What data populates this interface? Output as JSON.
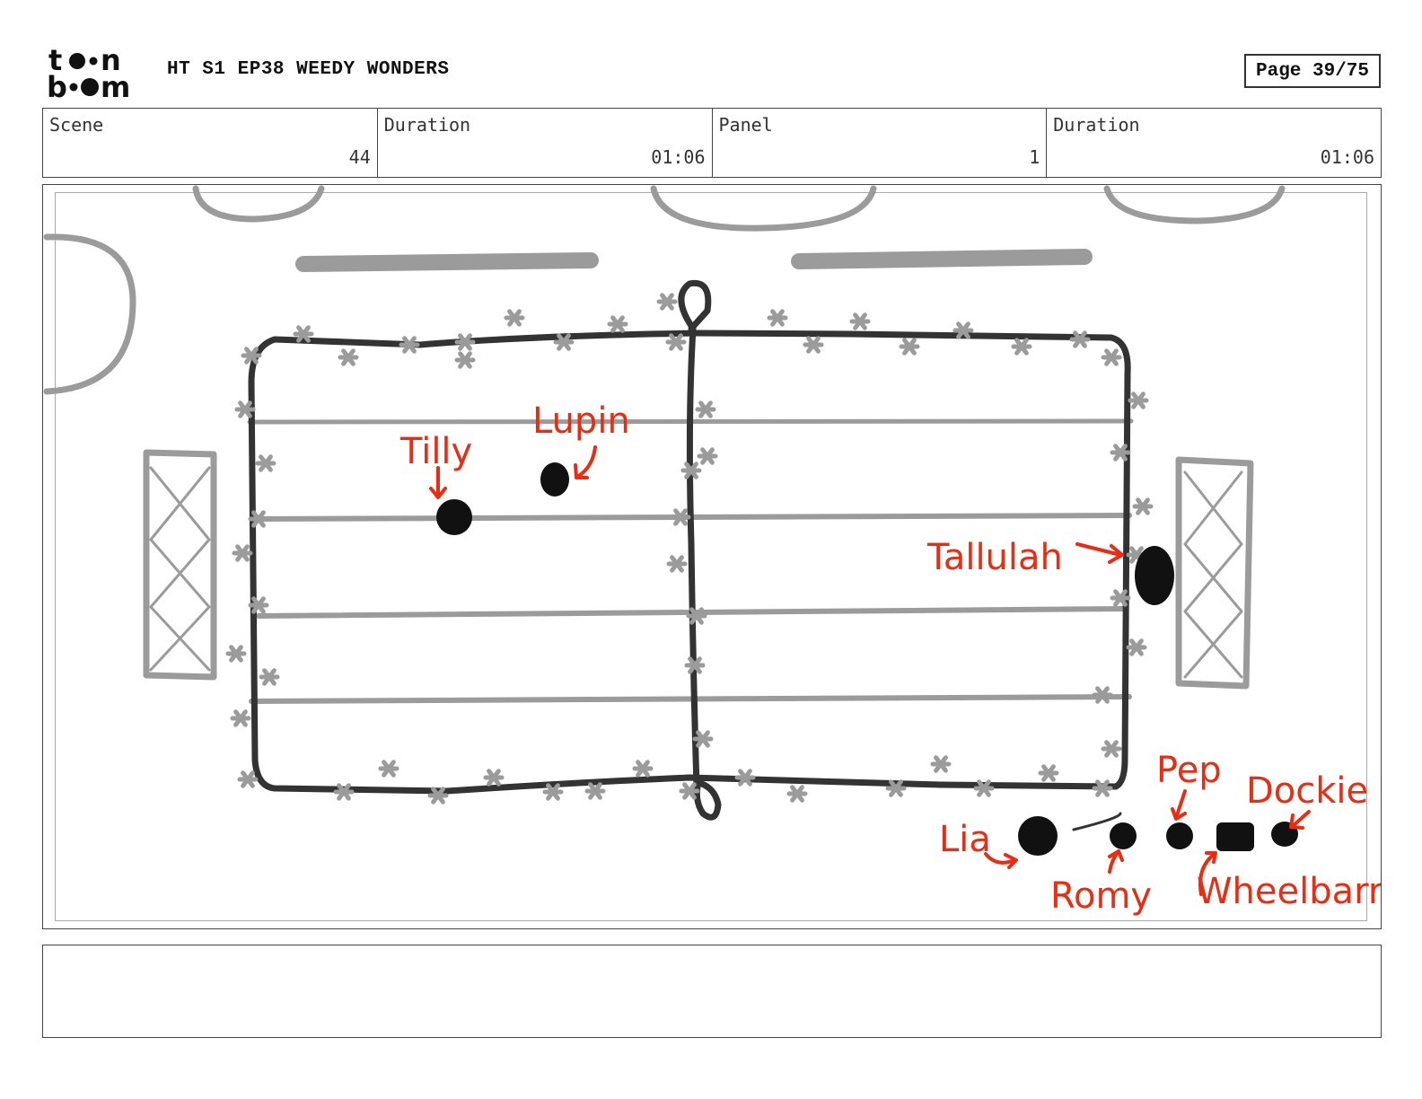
{
  "header": {
    "logo_top": "to•n",
    "logo_bottom": "b••m",
    "title": "HT S1 EP38 WEEDY WONDERS",
    "page": "Page 39/75"
  },
  "info": {
    "scene_label": "Scene",
    "scene_value": "44",
    "scene_duration_label": "Duration",
    "scene_duration_value": "01:06",
    "panel_label": "Panel",
    "panel_value": "1",
    "panel_duration_label": "Duration",
    "panel_duration_value": "01:06"
  },
  "sketch": {
    "gray": "#9b9b9b",
    "dark": "#333333",
    "red": "#ee2a10",
    "labels": {
      "tilly": "Tilly",
      "lupin": "Lupin",
      "tallulah": "Tallulah",
      "lia": "Lia",
      "romy": "Romy",
      "pep": "Pep",
      "dockie": "Dockie",
      "wheelbarrow": "Wheelbarr"
    }
  },
  "notes": {
    "text": ""
  }
}
